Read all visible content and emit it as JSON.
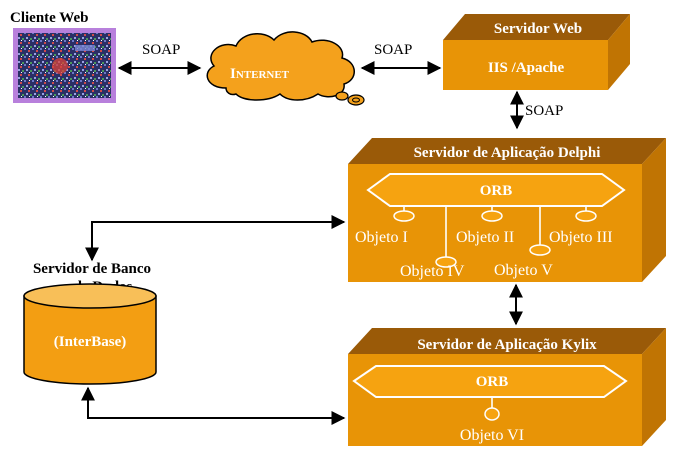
{
  "colors": {
    "box_front": "#e89406",
    "box_top": "#9a5a08",
    "box_side": "#c07403",
    "box_text": "#ffffff",
    "heading_text": "#000000",
    "orb_fill": "#f6a310",
    "cloud_fill": "#f4a11c",
    "db_fill": "#f39e12",
    "db_top": "#f8bf58",
    "screen_border": "#b880dc",
    "screen_fill": "#2a2f66"
  },
  "client": {
    "label": "Cliente Web",
    "icon": "computer-screen-icon"
  },
  "internet": {
    "label_first": "I",
    "label_rest": "NTERNET",
    "icon": "cloud-icon"
  },
  "web_server": {
    "title": "Servidor Web",
    "subtitle": "IIS /Apache"
  },
  "protocols": {
    "client_internet": "SOAP",
    "internet_web": "SOAP",
    "web_delphi": "SOAP"
  },
  "delphi_server": {
    "title": "Servidor de Aplicação Delphi",
    "orb": "ORB",
    "objects": [
      "Objeto I",
      "Objeto II",
      "Objeto III",
      "Objeto IV",
      "Objeto V"
    ]
  },
  "kylix_server": {
    "title": "Servidor de Aplicação Kylix",
    "orb": "ORB",
    "objects": [
      "Objeto VI"
    ]
  },
  "database": {
    "title_line1": "Servidor de Banco",
    "title_line2": "de Dados",
    "product": "(InterBase)",
    "icon": "database-cylinder-icon"
  }
}
